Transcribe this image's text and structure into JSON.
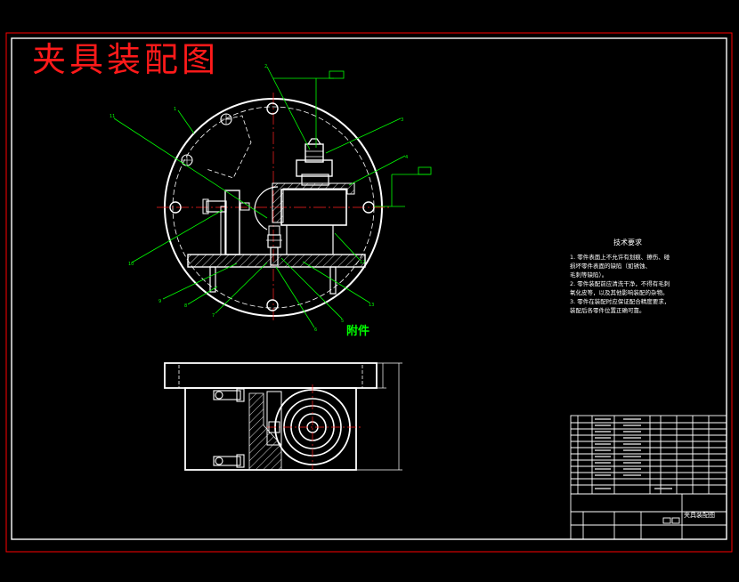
{
  "drawing": {
    "title": "夹具装配图",
    "part_label": "附件"
  },
  "tech_requirements": {
    "title": "技术要求",
    "lines": [
      "1. 零件表面上不允许有划痕、擦伤、碰伤等",
      "损坏零件表面的缺陷（如锈蚀、",
      "毛刺等缺陷）。",
      "2. 零件装配前应清洗干净，不得有毛刺、飞边、",
      "氧化皮等，以及其他影响装配的杂物。",
      "3. 零件在装配时应保证配合精度要求，",
      "装配后各零件位置正确可靠。"
    ]
  },
  "title_block": {
    "name": "夹具装配图"
  },
  "colors": {
    "outline": "#ffffff",
    "leader": "#00ff00",
    "border": "#ff0000",
    "centerline": "#ff2222",
    "hatch": "#ffffff"
  },
  "balloon_numbers": [
    "1",
    "2",
    "3",
    "4",
    "5",
    "6",
    "7",
    "8",
    "9",
    "10",
    "11",
    "12",
    "13"
  ]
}
